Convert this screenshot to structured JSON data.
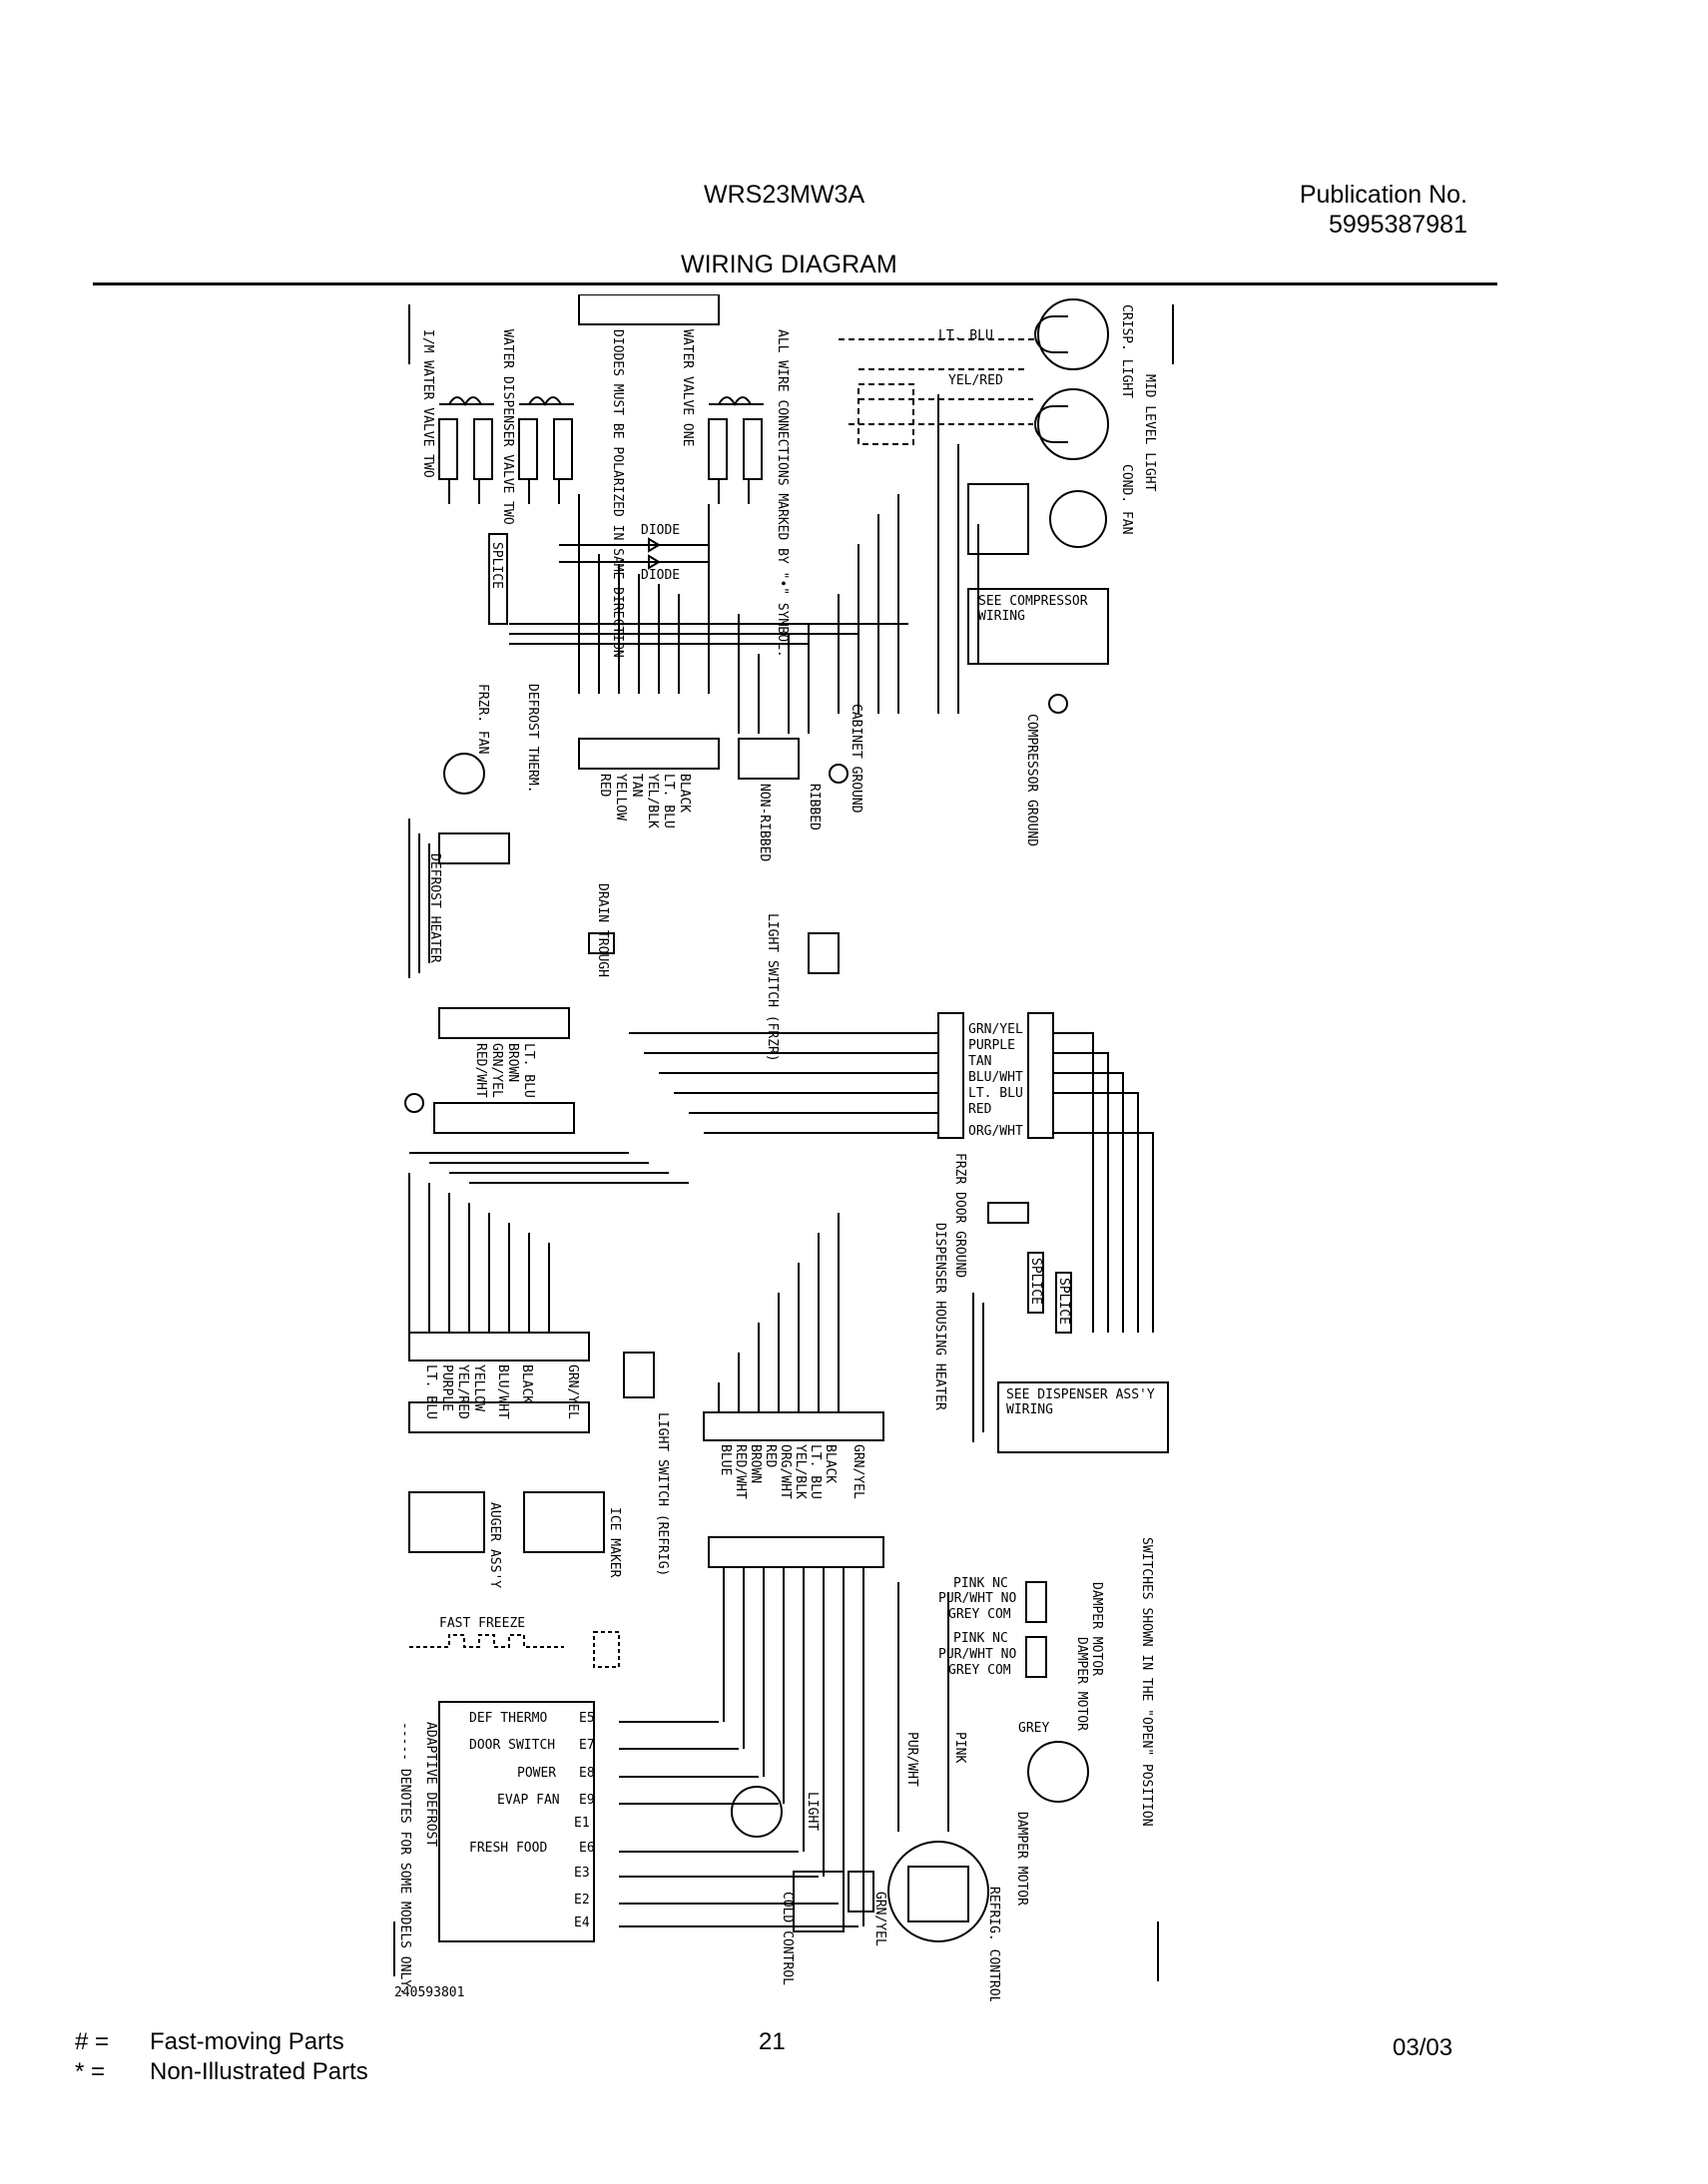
{
  "header": {
    "model": "WRS23MW3A",
    "publication_label": "Publication No.",
    "publication_number": "5995387981",
    "title": "WIRING DIAGRAM"
  },
  "diagram": {
    "top_labels": [
      "I/M WATER VALVE TWO",
      "WATER DISPENSER VALVE TWO",
      "DIODES MUST BE POLARIZED IN SAME DIRECTION",
      "WATER VALVE ONE",
      "ALL WIRE CONNECTIONS MARKED BY \"•\" SYMBOL."
    ],
    "lights": [
      "CRISP. LIGHT",
      "MID LEVEL LIGHT"
    ],
    "cond_fan": "COND. FAN",
    "wire_lt_blu": "LT. BLU",
    "wire_yel_red": "YEL/RED",
    "diode": "DIODE",
    "splice": "SPLICE",
    "compressor_box": "SEE COMPRESSOR WIRING",
    "compressor_ground": "COMPRESSOR GROUND",
    "cabinet_ground": "CABINET GROUND",
    "ribbed": "RIBBED",
    "non_ribbed": "NON-RIBBED",
    "frzr_fan": "FRZR. FAN",
    "defrost_therm": "DEFROST THERM.",
    "defrost_heater": "DEFROST HEATER",
    "drain_trough": "DRAIN TROUGH",
    "light_switch_frzr": "LIGHT SWITCH (FRZR)",
    "conn1_wires": [
      "BLACK",
      "LT. BLU",
      "YEL/BLK",
      "TAN",
      "YELLOW",
      "RED"
    ],
    "conn2_wires": [
      "LT. BLU",
      "BROWN",
      "GRN/YEL",
      "RED/WHT"
    ],
    "right_conn_wires": [
      "GRN/YEL",
      "PURPLE",
      "TAN",
      "BLU/WHT",
      "LT. BLU",
      "RED",
      "ORG/WHT"
    ],
    "frzr_door_ground": "FRZR DOOR GROUND",
    "dispenser_heater": "DISPENSER HOUSING HEATER",
    "dispenser_box": "SEE DISPENSER ASS'Y WIRING",
    "conn3_wires": [
      "GRN/YEL",
      "BLACK",
      "BLU/WHT",
      "YELLOW",
      "YEL/RED",
      "PURPLE",
      "LT. BLU"
    ],
    "light_switch_refrig": "LIGHT SWITCH (REFRIG)",
    "conn4_wires": [
      "GRN/YEL",
      "BLACK",
      "LT. BLU",
      "YEL/BLK",
      "ORG/WHT",
      "RED",
      "BROWN",
      "RED/WHT",
      "BLUE"
    ],
    "auger": "AUGER ASS'Y",
    "ice_maker": "ICE MAKER",
    "switch_note": "SWITCHES SHOWN IN THE \"OPEN\" POSITION",
    "damper_switch_1": [
      "PINK NC",
      "PUR/WHT NO",
      "GREY COM"
    ],
    "damper_switch_2": [
      "PINK NC",
      "PUR/WHT NO",
      "GREY COM"
    ],
    "damper_motor_switch": "DAMPER MOTOR",
    "damper_motor": "DAMPER MOTOR",
    "grey": "GREY",
    "fast_freeze": "FAST FREEZE",
    "adc_pins": [
      {
        "label": "DEF THERMO",
        "pin": "E5"
      },
      {
        "label": "DOOR SWITCH",
        "pin": "E7"
      },
      {
        "label": "POWER",
        "pin": "E8"
      },
      {
        "label": "EVAP FAN",
        "pin": "E9"
      },
      {
        "label": "",
        "pin": "E1"
      },
      {
        "label": "FRESH FOOD",
        "pin": "E6"
      },
      {
        "label": "",
        "pin": "E3"
      },
      {
        "label": "",
        "pin": "E2"
      },
      {
        "label": "",
        "pin": "E4"
      }
    ],
    "adaptive_defrost": "ADAPTIVE DEFROST",
    "denotes": "----- DENOTES FOR SOME MODELS ONLY.",
    "light": "LIGHT",
    "pur_wht": "PUR/WHT",
    "pink": "PINK",
    "cold_control": "COLD CONTROL",
    "grn_yel": "GRN/YEL",
    "refrig_control": "REFRIG. CONTROL",
    "part_number": "240593801"
  },
  "footer": {
    "fast_symbol": "# =",
    "fast_text": "Fast-moving Parts",
    "non_symbol": "* =",
    "non_text": "Non-Illustrated Parts",
    "page": "21",
    "date": "03/03"
  }
}
